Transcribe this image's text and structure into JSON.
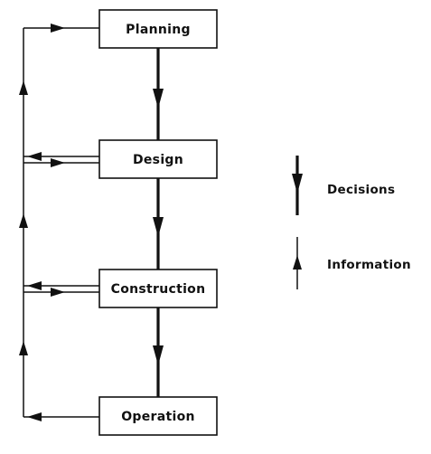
{
  "diagram": {
    "nodes": [
      {
        "id": "planning",
        "label": "Planning"
      },
      {
        "id": "design",
        "label": "Design"
      },
      {
        "id": "construction",
        "label": "Construction"
      },
      {
        "id": "operation",
        "label": "Operation"
      }
    ],
    "legend": {
      "decisions": "Decisions",
      "information": "Information"
    }
  },
  "colors": {
    "stroke": "#111111",
    "background": "#ffffff"
  }
}
